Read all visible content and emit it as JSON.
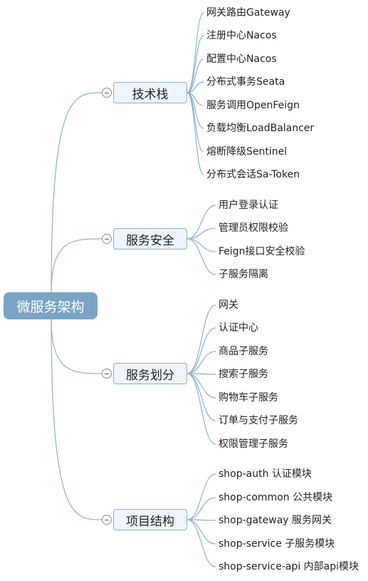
{
  "colors": {
    "root_fill": "#7aa4c4",
    "branch_fill": "#eef4fa",
    "branch_border": "#8db0cc",
    "line": "#8db0cc"
  },
  "root": {
    "label": "微服务架构"
  },
  "branches": [
    {
      "label": "技术栈",
      "items": [
        "网关路由Gateway",
        "注册中心Nacos",
        "配置中心Nacos",
        "分布式事务Seata",
        "服务调用OpenFeign",
        "负载均衡LoadBalancer",
        "熔断降级Sentinel",
        "分布式会话Sa-Token"
      ]
    },
    {
      "label": "服务安全",
      "items": [
        "用户登录认证",
        "管理员权限校验",
        "Feign接口安全校验",
        "子服务隔离"
      ]
    },
    {
      "label": "服务划分",
      "items": [
        "网关",
        "认证中心",
        "商品子服务",
        "搜索子服务",
        "购物车子服务",
        "订单与支付子服务",
        "权限管理子服务"
      ]
    },
    {
      "label": "项目结构",
      "items": [
        "shop-auth 认证模块",
        "shop-common 公共模块",
        "shop-gateway 服务网关",
        "shop-service 子服务模块",
        "shop-service-api 内部api模块"
      ]
    }
  ]
}
